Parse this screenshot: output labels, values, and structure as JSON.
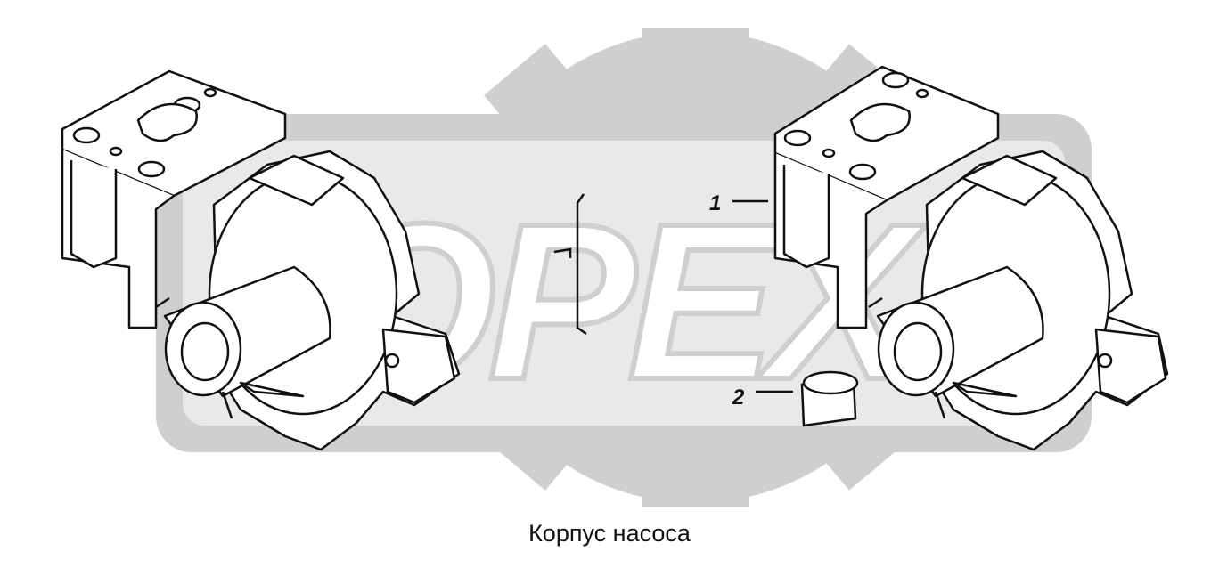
{
  "caption": "Корпус насоса",
  "watermark": {
    "text": "OPEX",
    "color": "#cfcfcf"
  },
  "callouts": [
    {
      "label": "1",
      "part": "pump-housing"
    },
    {
      "label": "2",
      "part": "bushing"
    }
  ],
  "colors": {
    "line": "#111111",
    "fill": "#ffffff",
    "watermark": "#cfcfcf"
  }
}
